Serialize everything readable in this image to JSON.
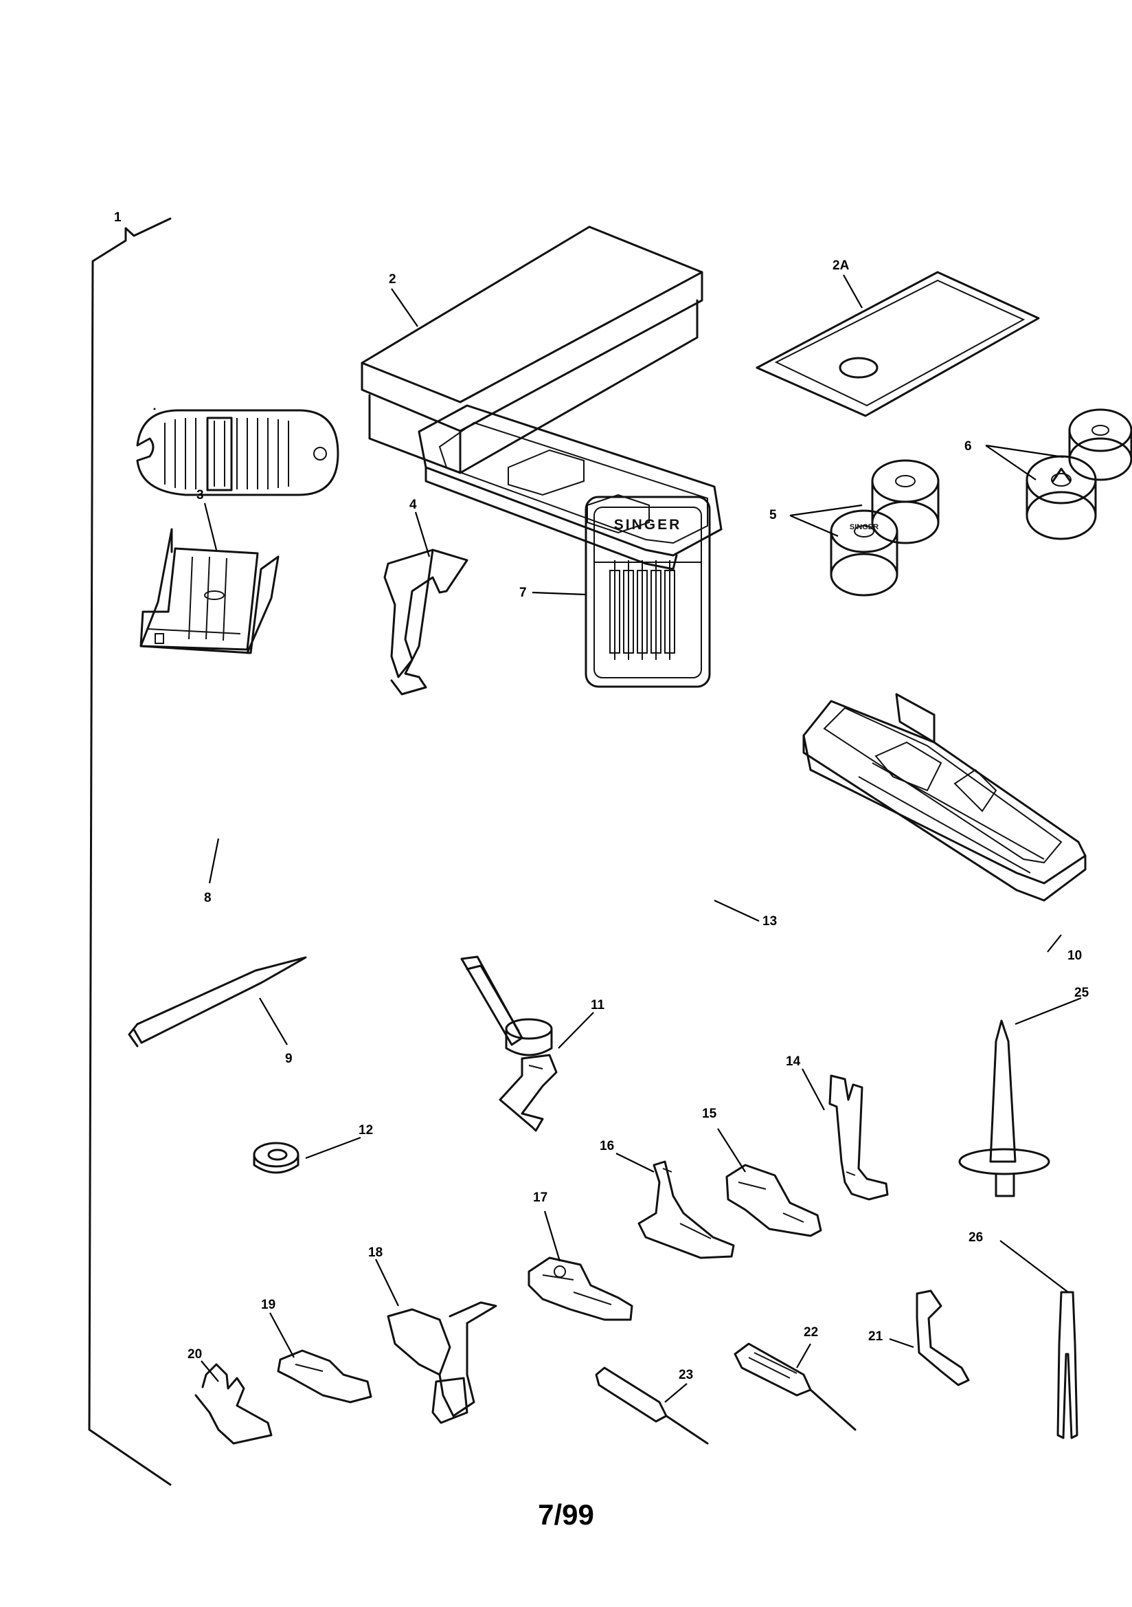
{
  "callouts": {
    "c1": "1",
    "c2": "2",
    "c2a": "2A",
    "c3": "3",
    "c4": "4",
    "c5": "5",
    "c6": "6",
    "c7": "7",
    "c8": "8",
    "c9": "9",
    "c10": "10",
    "c11": "11",
    "c12": "12",
    "c13": "13",
    "c14": "14",
    "c15": "15",
    "c16": "16",
    "c17": "17",
    "c18": "18",
    "c19": "19",
    "c20": "20",
    "c21": "21",
    "c22": "22",
    "c23": "23",
    "c25": "25",
    "c26": "26"
  },
  "needle_pack_brand": "SINGER",
  "bobbin_brand": "SINGER",
  "page_number": "7/99"
}
